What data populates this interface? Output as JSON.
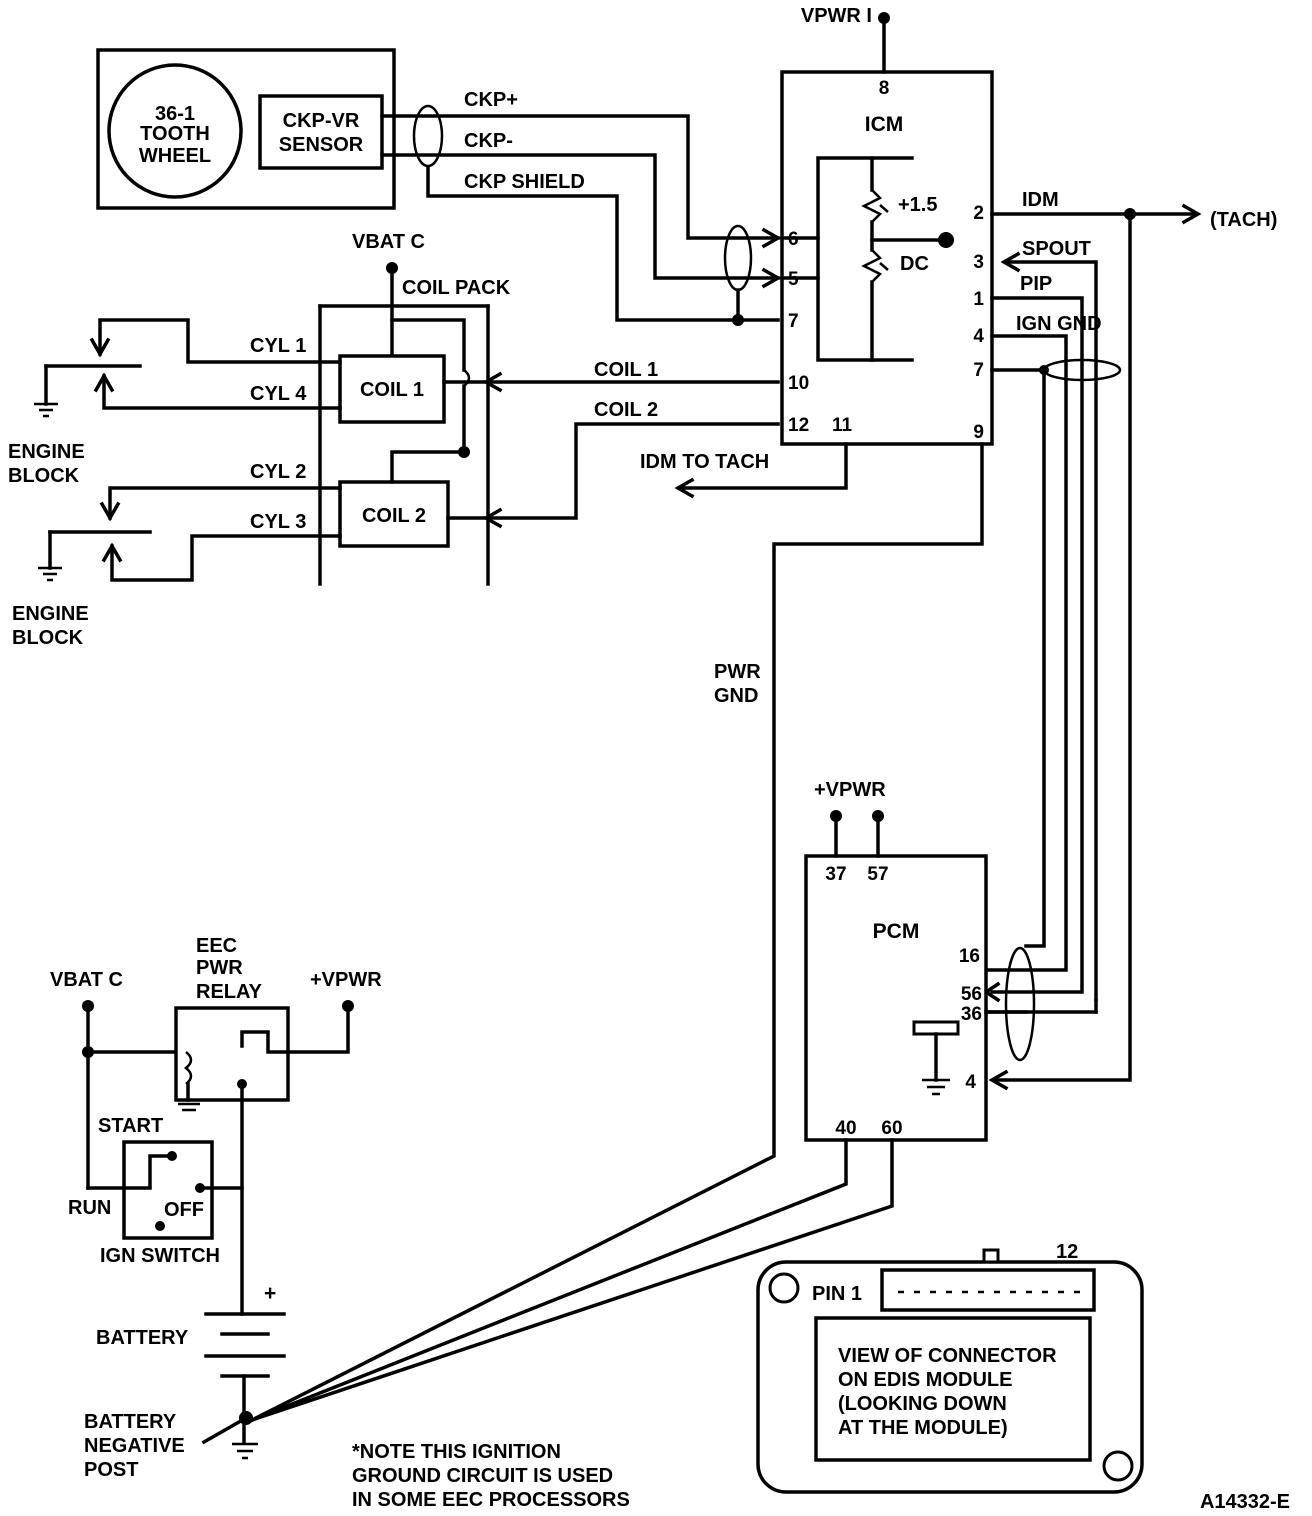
{
  "wheel": {
    "line1": "36-1",
    "line2": "TOOTH",
    "line3": "WHEEL"
  },
  "sensor": {
    "line1": "CKP-VR",
    "line2": "SENSOR"
  },
  "signals": {
    "ckp_plus": "CKP+",
    "ckp_minus": "CKP-",
    "ckp_shield": "CKP SHIELD",
    "coil1": "COIL 1",
    "coil2": "COIL 2",
    "idm_to_tach": "IDM TO TACH",
    "idm": "IDM",
    "tach": "(TACH)",
    "spout": "SPOUT",
    "pip": "PIP",
    "ign_gnd": "IGN GND",
    "pwr_gnd_1": "PWR",
    "pwr_gnd_2": "GND"
  },
  "icm": {
    "title": "ICM",
    "vpwr": "VPWR I",
    "plus15": "+1.5",
    "dc": "DC",
    "pins": {
      "p8": "8",
      "p6": "6",
      "p5": "5",
      "p7l": "7",
      "p10": "10",
      "p12": "12",
      "p11": "11",
      "p2": "2",
      "p3": "3",
      "p1": "1",
      "p4": "4",
      "p7r": "7",
      "p9": "9"
    }
  },
  "coilpack": {
    "title": "COIL PACK",
    "vbat": "VBAT C",
    "coil1": "COIL 1",
    "coil2": "COIL 2",
    "cyl1": "CYL 1",
    "cyl4": "CYL 4",
    "cyl2": "CYL 2",
    "cyl3": "CYL 3",
    "engine_block_1": "ENGINE",
    "engine_block_2": "BLOCK"
  },
  "pcm": {
    "title": "PCM",
    "vpwr": "+VPWR",
    "pins": {
      "p37": "37",
      "p57": "57",
      "p16": "16",
      "p56": "56",
      "p36": "36",
      "p4": "4",
      "p40": "40",
      "p60": "60"
    }
  },
  "power": {
    "vbat": "VBAT C",
    "relay_1": "EEC",
    "relay_2": "PWR",
    "relay_3": "RELAY",
    "vpwr": "+VPWR",
    "start": "START",
    "run": "RUN",
    "off": "OFF",
    "ign_switch": "IGN SWITCH",
    "plus": "+",
    "battery": "BATTERY",
    "neg_1": "BATTERY",
    "neg_2": "NEGATIVE",
    "neg_3": "POST"
  },
  "note": {
    "line1": "*NOTE THIS IGNITION",
    "line2": "GROUND CIRCUIT IS USED",
    "line3": "IN SOME EEC PROCESSORS"
  },
  "connector": {
    "pin1": "PIN 1",
    "pin12": "12",
    "desc_1": "VIEW OF CONNECTOR",
    "desc_2": "ON EDIS MODULE",
    "desc_3": "(LOOKING DOWN",
    "desc_4": "AT THE MODULE)"
  },
  "figure_id": "A14332-E"
}
